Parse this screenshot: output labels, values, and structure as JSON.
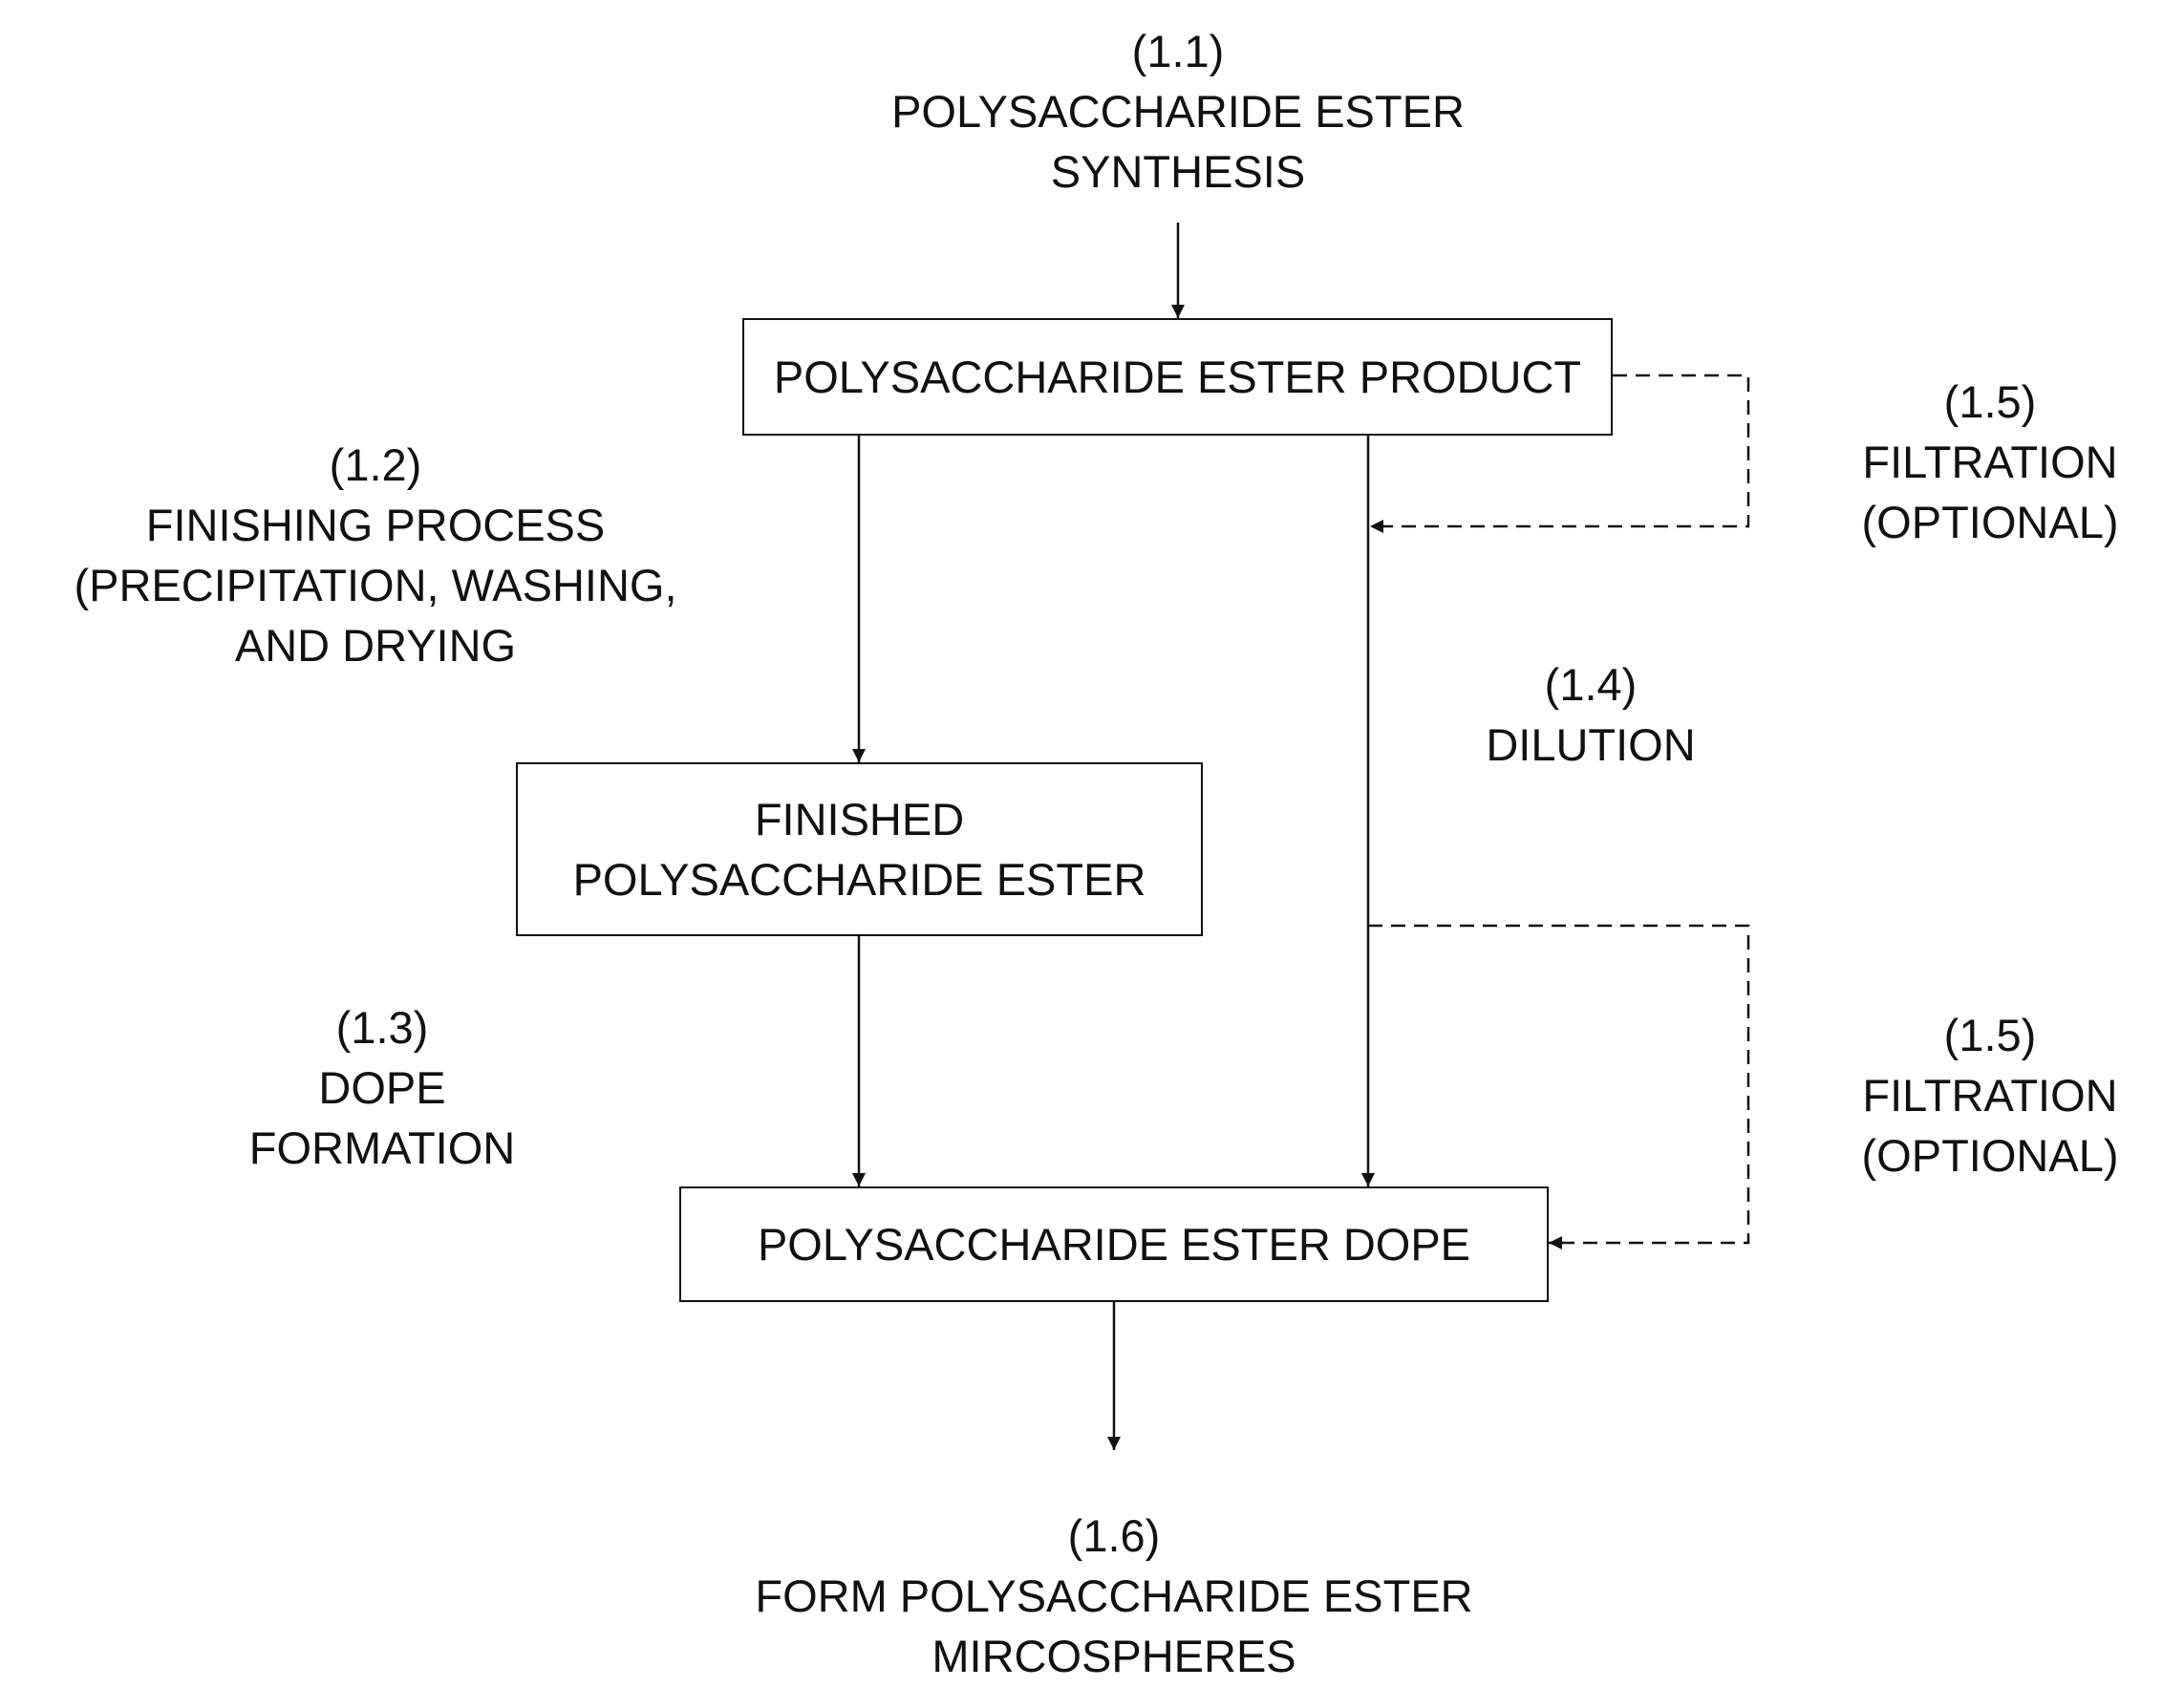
{
  "steps": {
    "s11": {
      "num": "(1.1)",
      "lines": [
        "POLYSACCHARIDE ESTER",
        "SYNTHESIS"
      ]
    },
    "s12": {
      "num": "(1.2)",
      "lines": [
        "FINISHING PROCESS",
        "(PRECIPITATION, WASHING,",
        "AND DRYING"
      ]
    },
    "s13": {
      "num": "(1.3)",
      "lines": [
        "DOPE",
        "FORMATION"
      ]
    },
    "s14": {
      "num": "(1.4)",
      "lines": [
        "DILUTION"
      ]
    },
    "s15a": {
      "num": "(1.5)",
      "lines": [
        "FILTRATION",
        "(OPTIONAL)"
      ]
    },
    "s15b": {
      "num": "(1.5)",
      "lines": [
        "FILTRATION",
        "(OPTIONAL)"
      ]
    },
    "s16": {
      "num": "(1.6)",
      "lines": [
        "FORM POLYSACCHARIDE ESTER",
        "MIRCOSPHERES"
      ]
    }
  },
  "boxes": {
    "product": {
      "lines": [
        "POLYSACCHARIDE ESTER PRODUCT"
      ]
    },
    "finished": {
      "lines": [
        "FINISHED",
        "POLYSACCHARIDE ESTER"
      ]
    },
    "dope": {
      "lines": [
        "POLYSACCHARIDE ESTER DOPE"
      ]
    }
  }
}
